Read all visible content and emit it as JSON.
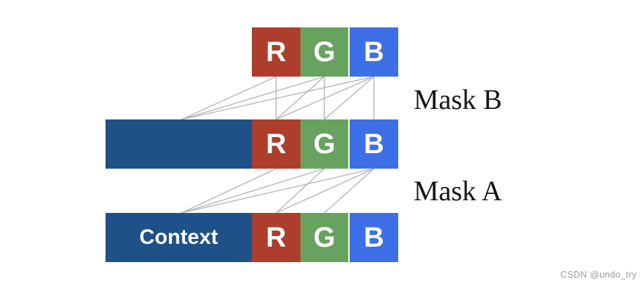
{
  "diagram": {
    "rows": {
      "top": {
        "cells": [
          {
            "label": "R"
          },
          {
            "label": "G"
          },
          {
            "label": "B"
          }
        ]
      },
      "middle": {
        "context_label": "",
        "cells": [
          {
            "label": "R"
          },
          {
            "label": "G"
          },
          {
            "label": "B"
          }
        ]
      },
      "bottom": {
        "context_label": "Context",
        "cells": [
          {
            "label": "R"
          },
          {
            "label": "G"
          },
          {
            "label": "B"
          }
        ]
      }
    },
    "masks": [
      {
        "label": "Mask B",
        "connections": [
          [
            "R",
            "Context"
          ],
          [
            "R",
            "R"
          ],
          [
            "G",
            "Context"
          ],
          [
            "G",
            "R"
          ],
          [
            "G",
            "G"
          ],
          [
            "B",
            "Context"
          ],
          [
            "B",
            "R"
          ],
          [
            "B",
            "G"
          ],
          [
            "B",
            "B"
          ]
        ]
      },
      {
        "label": "Mask A",
        "connections": [
          [
            "R",
            "Context"
          ],
          [
            "G",
            "Context"
          ],
          [
            "G",
            "R"
          ],
          [
            "B",
            "Context"
          ],
          [
            "B",
            "R"
          ],
          [
            "B",
            "G"
          ]
        ]
      }
    ],
    "colors": {
      "red": "#AC3E2B",
      "green": "#67A35F",
      "blue": "#3D6FE6",
      "navy": "#1F5189",
      "line": "#B5B5B5"
    }
  },
  "watermark": "CSDN @undo_try"
}
